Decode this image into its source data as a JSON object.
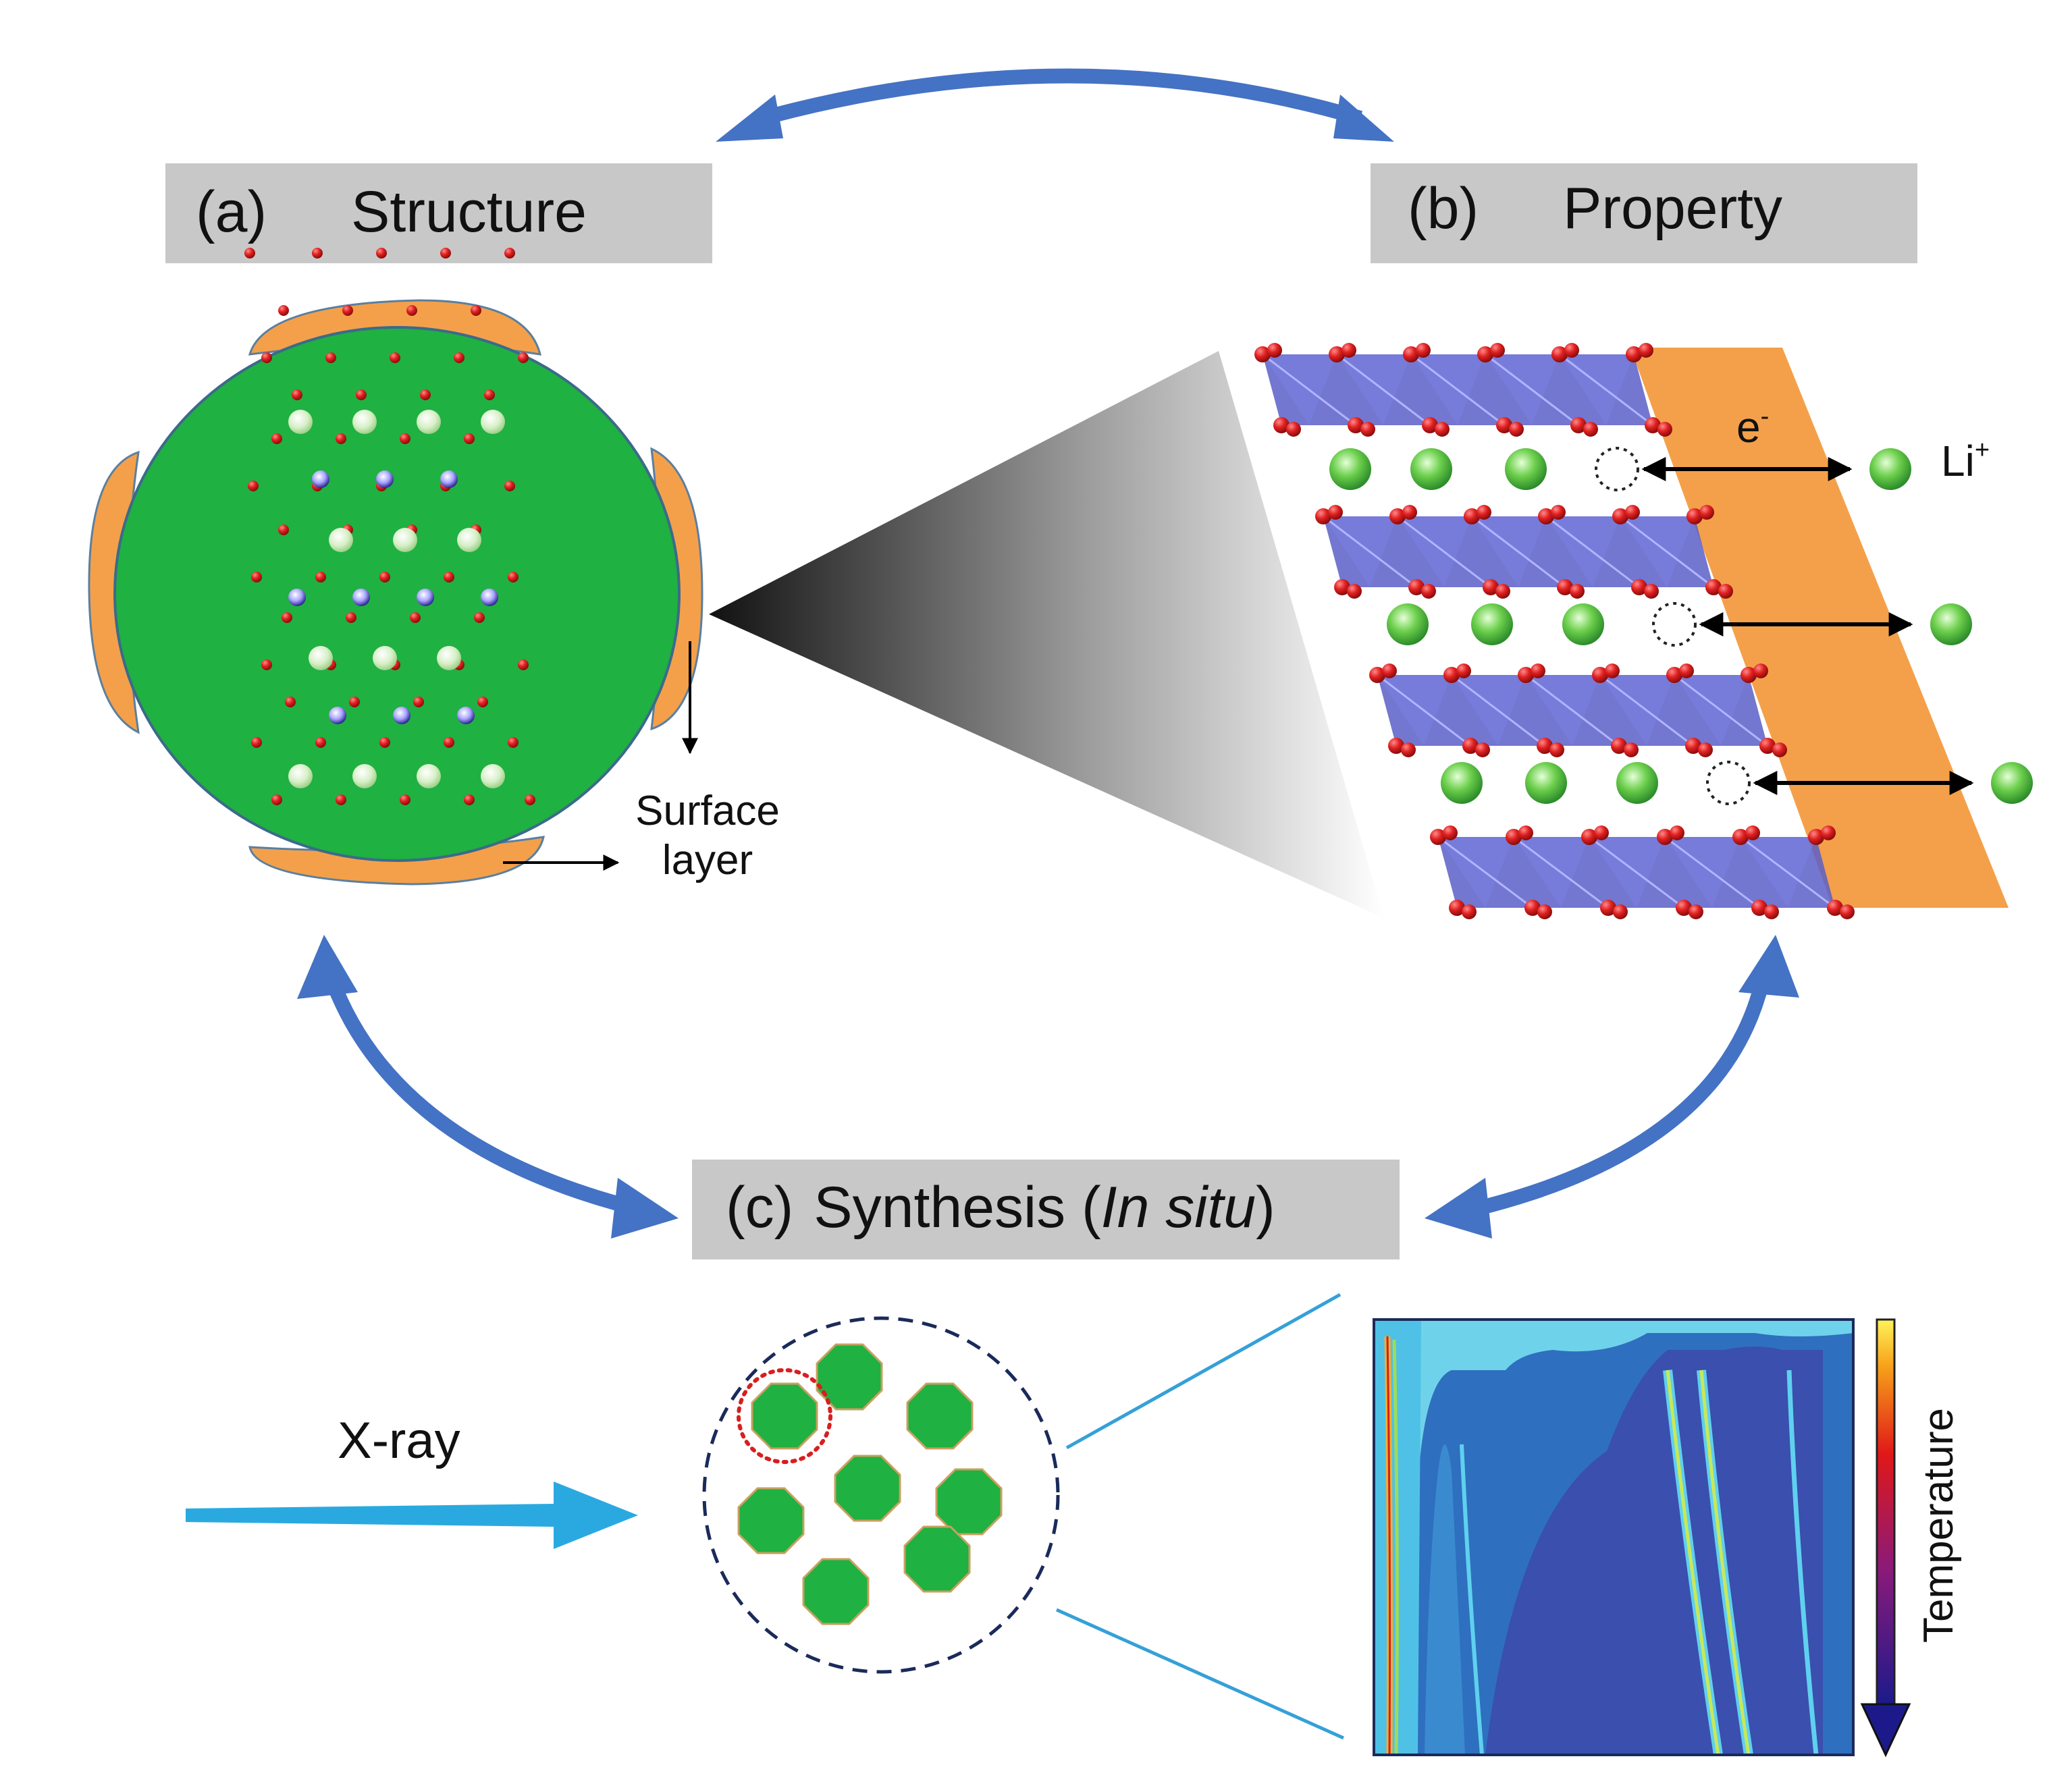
{
  "panels": {
    "structure": {
      "letter": "(a)",
      "title": "Structure"
    },
    "property": {
      "letter": "(b)",
      "title": "Property"
    },
    "synthesis": {
      "letter": "(c)",
      "title_prefix": "Synthesis (",
      "title_italic": "In situ",
      "title_suffix": ")"
    }
  },
  "labels": {
    "surface_line1": "Surface",
    "surface_line2": "layer",
    "electron": "e",
    "electron_sup": "-",
    "lithium": "Li",
    "lithium_sup": "+",
    "xray": "X-ray",
    "temperature": "Temperature"
  },
  "colors": {
    "label_box": "#c8c8c8",
    "particle_green": "#1fb141",
    "surface_orange": "#f4a04a",
    "cycle_arrow": "#4472c4",
    "xray_arrow": "#2aa9e0",
    "octahedra": "#5a5fc8",
    "oxygen_red": "#d81e1e"
  },
  "icons": {
    "cycle_arrows": "double-headed-arrow",
    "xray": "right-arrow",
    "temperature": "down-arrow"
  }
}
